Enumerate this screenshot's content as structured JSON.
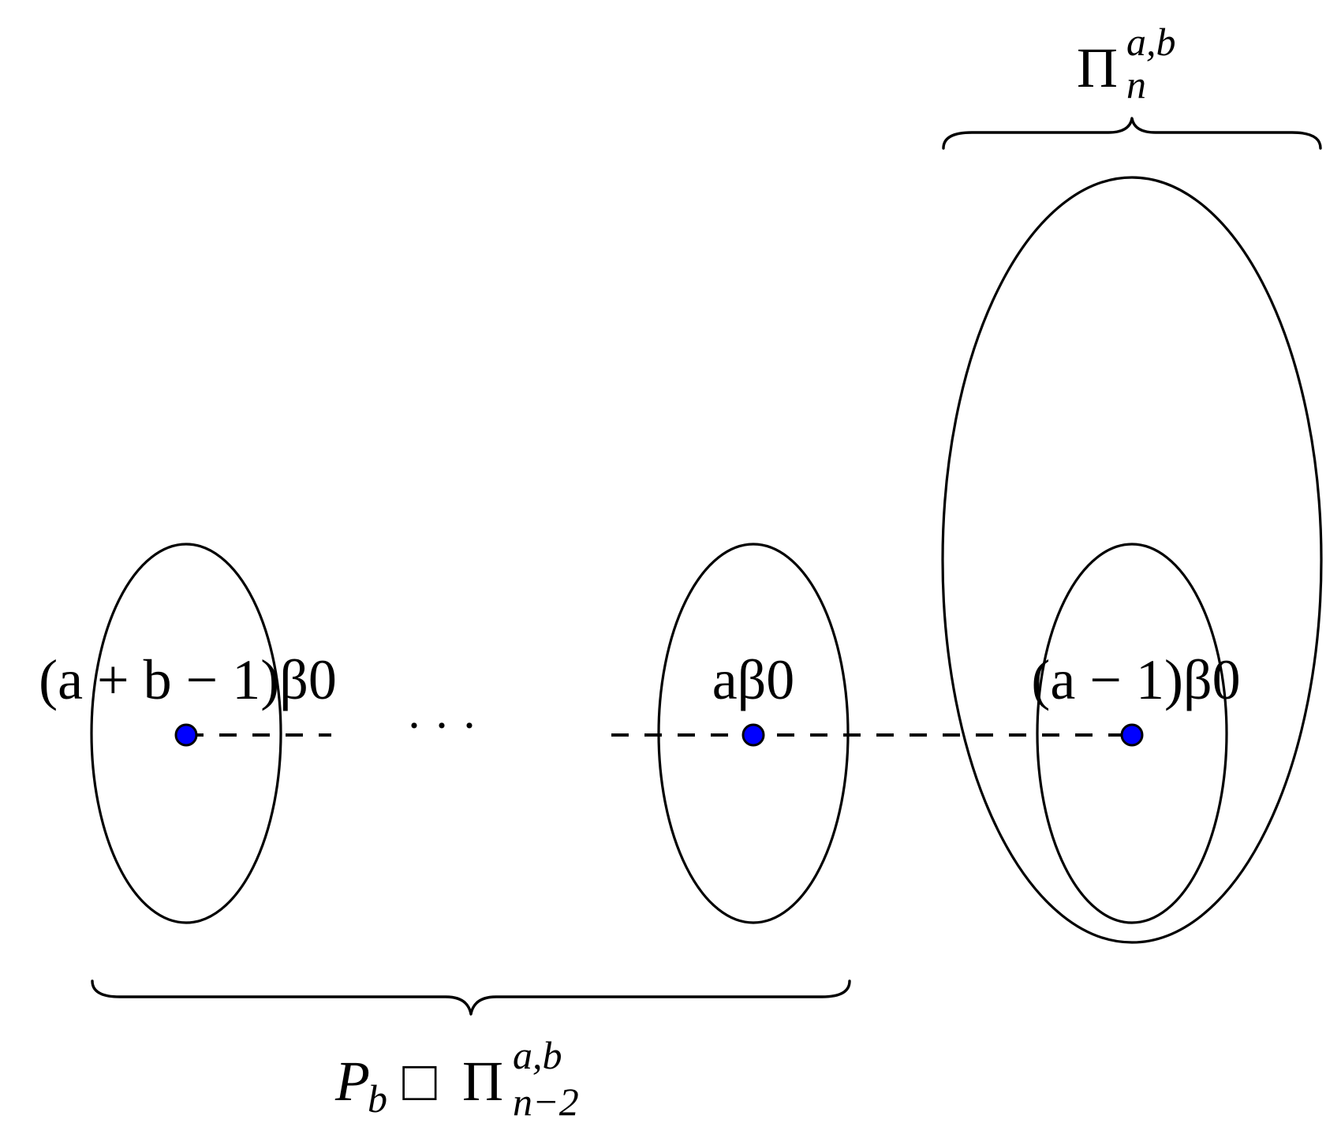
{
  "vertices": [
    {
      "id": "left",
      "label": "(a + b − 1)β0"
    },
    {
      "id": "middle",
      "label": "aβ0"
    },
    {
      "id": "right",
      "label": "(a − 1)β0"
    }
  ],
  "ellipsis": "· · ·",
  "top_brace": {
    "base": "Π",
    "subscript": "n",
    "superscript": "a,b"
  },
  "bottom_brace": {
    "left_base": "P",
    "left_subscript": "b",
    "operator": "□",
    "base": "Π",
    "subscript": "n−2",
    "superscript": "a,b"
  },
  "colors": {
    "vertex_fill": "#0000ff",
    "stroke": "#000000",
    "background": "#ffffff"
  }
}
